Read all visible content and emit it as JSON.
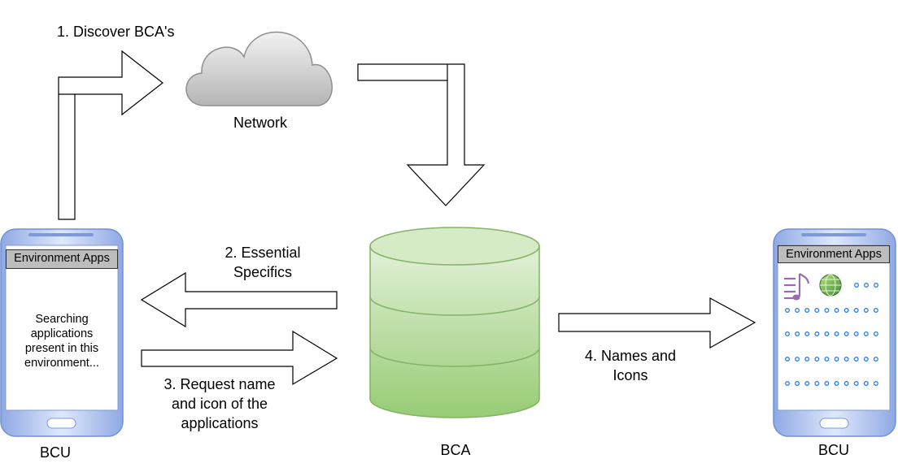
{
  "steps": {
    "step1": "1. Discover BCA's",
    "step2_line1": "2. Essential",
    "step2_line2": "Specifics",
    "step3_line1": "3. Request name",
    "step3_line2": "and icon of the",
    "step3_line3": "applications",
    "step4_line1": "4. Names and",
    "step4_line2": "Icons"
  },
  "nodes": {
    "network": "Network",
    "bca": "BCA",
    "bcu_left": "BCU",
    "bcu_right": "BCU"
  },
  "left_phone": {
    "header": "Environment Apps",
    "status_line1": "Searching",
    "status_line2": "applications",
    "status_line3": "present in this",
    "status_line4": "environment..."
  },
  "right_phone": {
    "header": "Environment Apps",
    "icons": [
      "music-icon",
      "globe-icon"
    ]
  },
  "colors": {
    "cloud": "#c7c7c7",
    "database": "#a9d38d",
    "phone_frame": "#aec3f0",
    "dots": "#2f7fd6",
    "music": "#9a6bb0",
    "globe": "#5aa64a"
  }
}
